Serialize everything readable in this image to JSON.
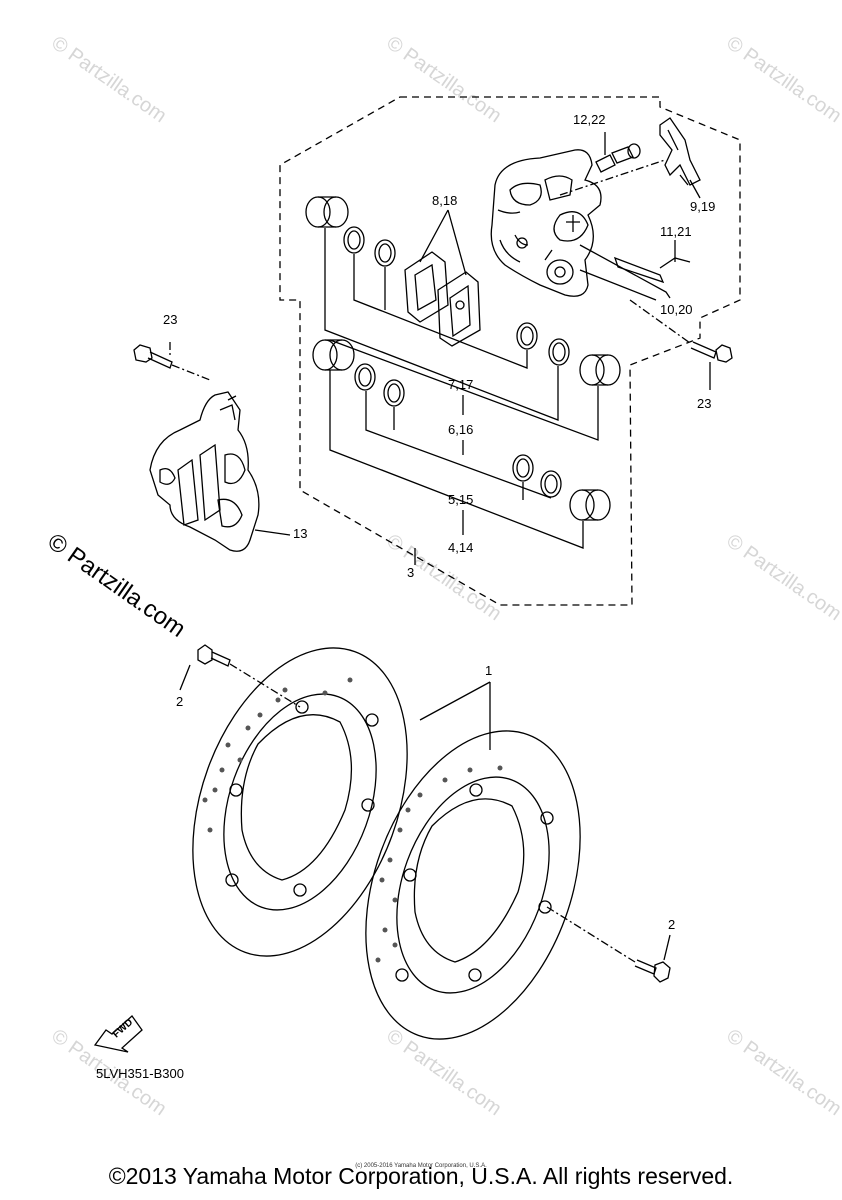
{
  "diagram": {
    "callouts": [
      {
        "id": "c-12-22",
        "text": "12,22"
      },
      {
        "id": "c-8-18",
        "text": "8,18"
      },
      {
        "id": "c-9-19",
        "text": "9,19"
      },
      {
        "id": "c-11-21",
        "text": "11,21"
      },
      {
        "id": "c-10-20",
        "text": "10,20"
      },
      {
        "id": "c-23a",
        "text": "23"
      },
      {
        "id": "c-23b",
        "text": "23"
      },
      {
        "id": "c-7-17",
        "text": "7,17"
      },
      {
        "id": "c-6-16",
        "text": "6,16"
      },
      {
        "id": "c-5-15",
        "text": "5,15"
      },
      {
        "id": "c-4-14",
        "text": "4,14"
      },
      {
        "id": "c-3",
        "text": "3"
      },
      {
        "id": "c-13",
        "text": "13"
      },
      {
        "id": "c-1",
        "text": "1"
      },
      {
        "id": "c-2a",
        "text": "2"
      },
      {
        "id": "c-2b",
        "text": "2"
      }
    ],
    "fwd_label": "FWD",
    "part_code": "5LVH351-B300"
  },
  "watermarks": {
    "text": "© Partzilla.com",
    "large_text": "© Partzilla.com"
  },
  "footer": {
    "copyright": "©2013 Yamaha Motor Corporation, U.S.A. All rights reserved.",
    "small_copyright": "(c) 2005-2016 Yamaha Motor Corporation, U.S.A."
  }
}
